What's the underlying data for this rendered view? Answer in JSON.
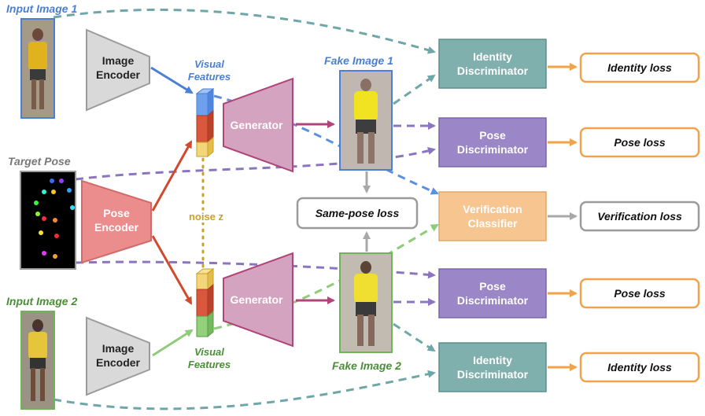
{
  "colors": {
    "blue": "#4a7fd4",
    "green": "#6fb35a",
    "gray": "#9b9b9b",
    "red": "#d24a2e",
    "pose_encoder": "#ec8d8d",
    "generator": "#d4a3c0",
    "identity_disc": "#7fb0ae",
    "pose_disc": "#9b86c8",
    "verification": "#f7c590",
    "orange_arrow": "#f2a24a",
    "olive": "#c9a227",
    "purple_dash": "#8b75c0",
    "teal_dash": "#6fa6a8",
    "green_dash": "#8fcb7b"
  },
  "labels": {
    "input_image_1": "Input Image 1",
    "input_image_2": "Input Image 2",
    "target_pose": "Target Pose",
    "image_encoder_line1": "Image",
    "image_encoder_line2": "Encoder",
    "pose_encoder_line1": "Pose",
    "pose_encoder_line2": "Encoder",
    "visual_features_line1": "Visual",
    "visual_features_line2": "Features",
    "generator": "Generator",
    "fake_image_1": "Fake Image 1",
    "fake_image_2": "Fake Image 2",
    "noise": "noise z",
    "same_pose_loss": "Same-pose loss",
    "identity_line1": "Identity",
    "identity_line2": "Discriminator",
    "pose_line1": "Pose",
    "pose_line2": "Discriminator",
    "verification_line1": "Verification",
    "verification_line2": "Classifier",
    "identity_loss": "Identity loss",
    "pose_loss": "Pose loss",
    "verification_loss": "Verification loss"
  },
  "pose_keypoints": [
    {
      "color": "#3b6cf5"
    },
    {
      "color": "#9b3bf5"
    },
    {
      "color": "#2fa3f5"
    },
    {
      "color": "#2ff5d0"
    },
    {
      "color": "#f5c52f"
    },
    {
      "color": "#3bf53b"
    },
    {
      "color": "#2fe0f5"
    },
    {
      "color": "#8df52f"
    },
    {
      "color": "#f52f3b"
    },
    {
      "color": "#f58b2f"
    },
    {
      "color": "#f5e52f"
    },
    {
      "color": "#f52f2f"
    },
    {
      "color": "#e03bf5"
    },
    {
      "color": "#f5a02f"
    }
  ]
}
